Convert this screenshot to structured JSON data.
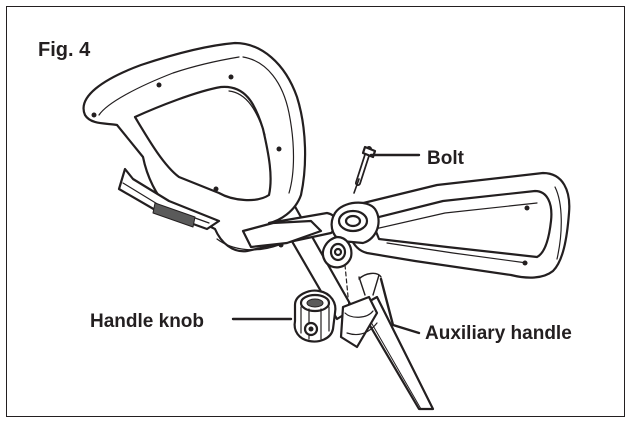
{
  "figure": {
    "title": "Fig. 4"
  },
  "callouts": {
    "bolt": "Bolt",
    "handle_knob": "Handle knob",
    "auxiliary_handle": "Auxiliary handle"
  },
  "colors": {
    "line": "#231f20",
    "shade": "#5a5a5a",
    "fill": "#ffffff"
  }
}
